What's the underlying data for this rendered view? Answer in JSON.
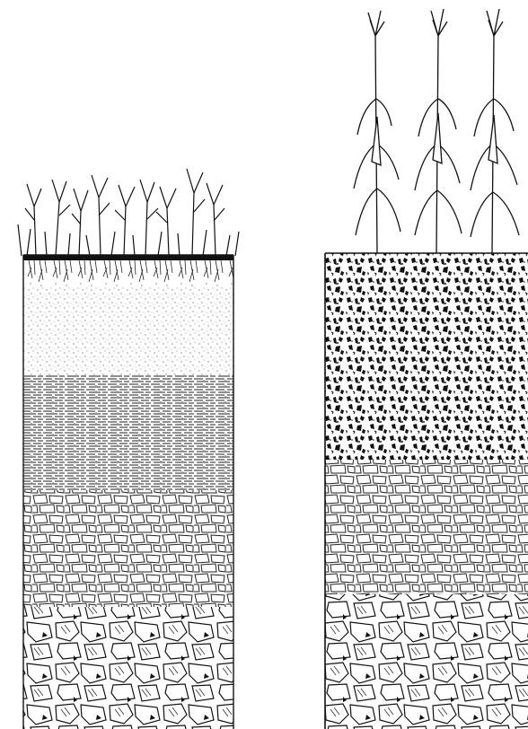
{
  "figure": {
    "profiles": [
      {
        "vegetation": "grass",
        "layers": [
          "dark-topsoil",
          "light-stipple",
          "fine-layered",
          "blocky-subsoil",
          "rocky-base"
        ]
      },
      {
        "vegetation": "corn",
        "layers": [
          "dark-crumb-topsoil",
          "blocky-subsoil",
          "rocky-base"
        ]
      }
    ],
    "colors": {
      "ink": "#111111",
      "paper": "#ffffff"
    }
  }
}
